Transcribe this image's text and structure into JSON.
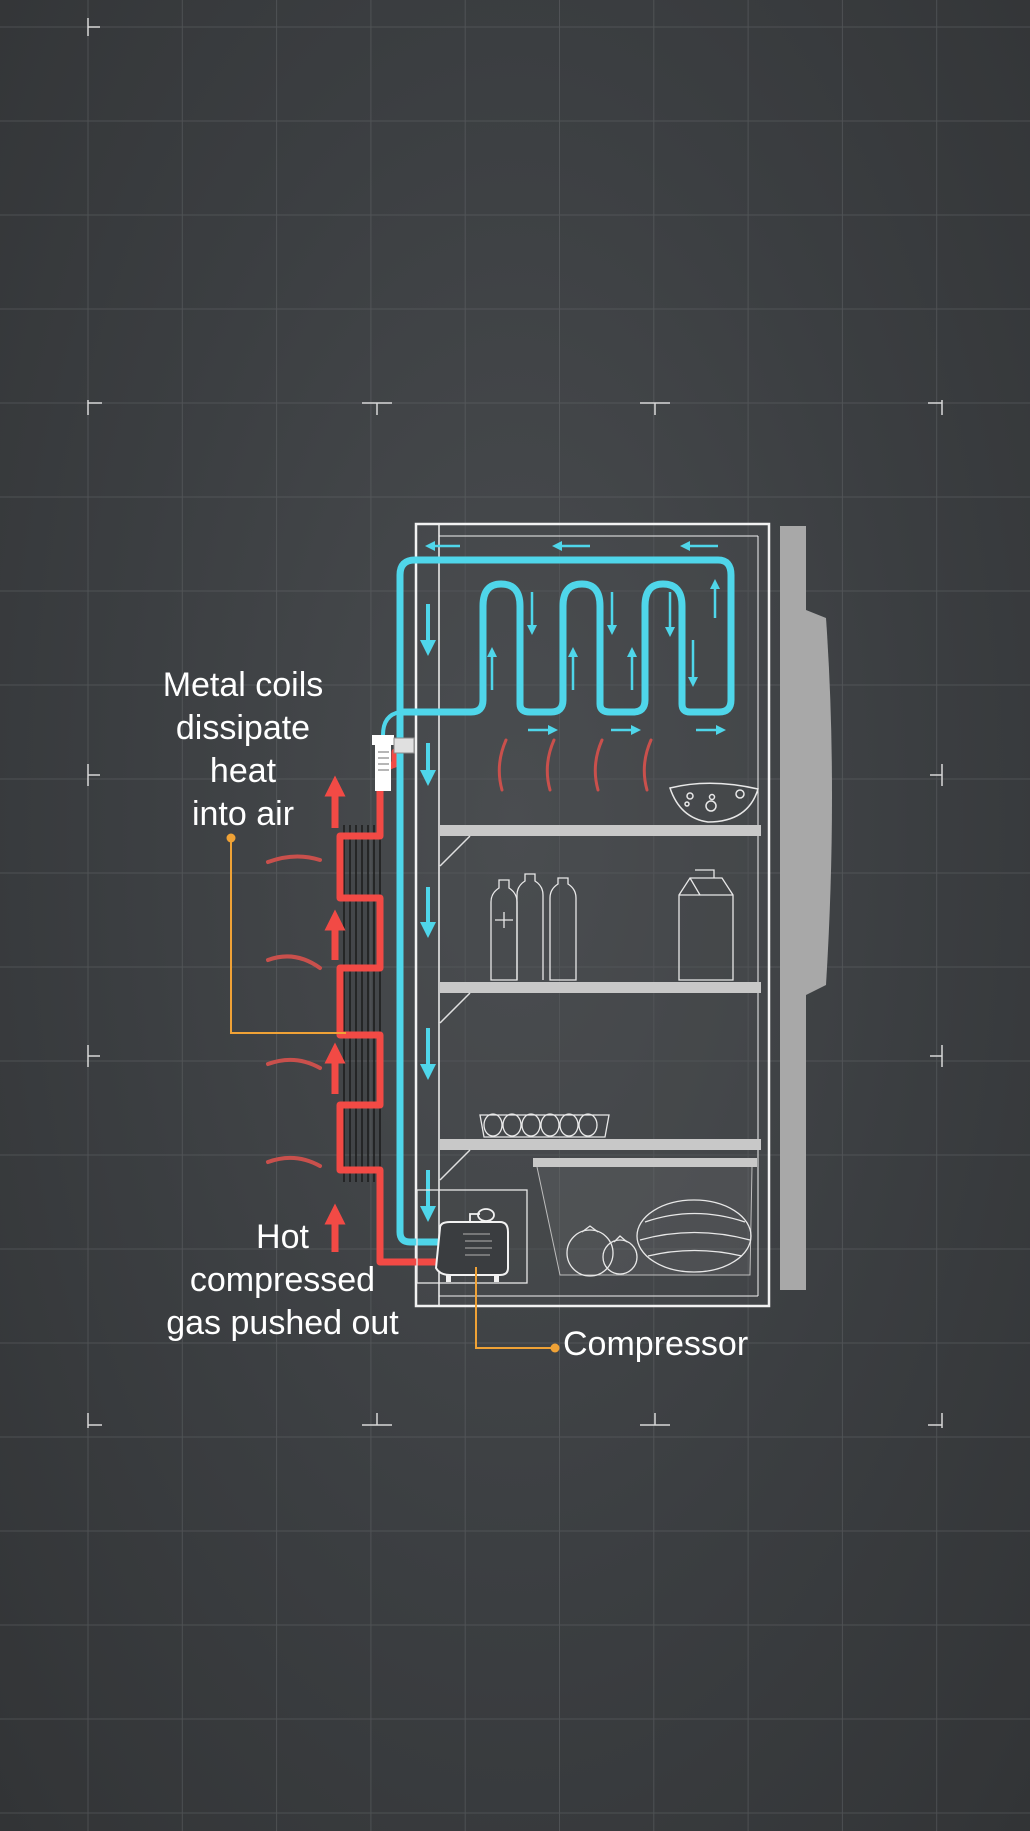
{
  "labels": {
    "coils": [
      "Metal coils",
      "dissipate",
      "heat",
      "into air"
    ],
    "hot_gas": [
      "Hot",
      "compressed",
      "gas pushed out"
    ],
    "compressor": "Compressor"
  },
  "colors": {
    "background": "#3b3e41",
    "grid_line": "#6a6d70",
    "outline": "#f2f2f2",
    "cold_refrigerant": "#4fd6ea",
    "hot_refrigerant": "#f24a45",
    "heat_waves": "#c9504c",
    "leader_line": "#f0a236",
    "door": "#a8a8a8",
    "shelf": "#c8c8c8"
  },
  "icons": {
    "food_items": [
      "cheese-icon",
      "bottles-icon",
      "milk-carton-icon",
      "egg-carton-icon",
      "tomato-icon",
      "watermelon-icon"
    ],
    "machinery": [
      "compressor-icon",
      "expansion-valve-icon",
      "condenser-fins-icon"
    ]
  }
}
